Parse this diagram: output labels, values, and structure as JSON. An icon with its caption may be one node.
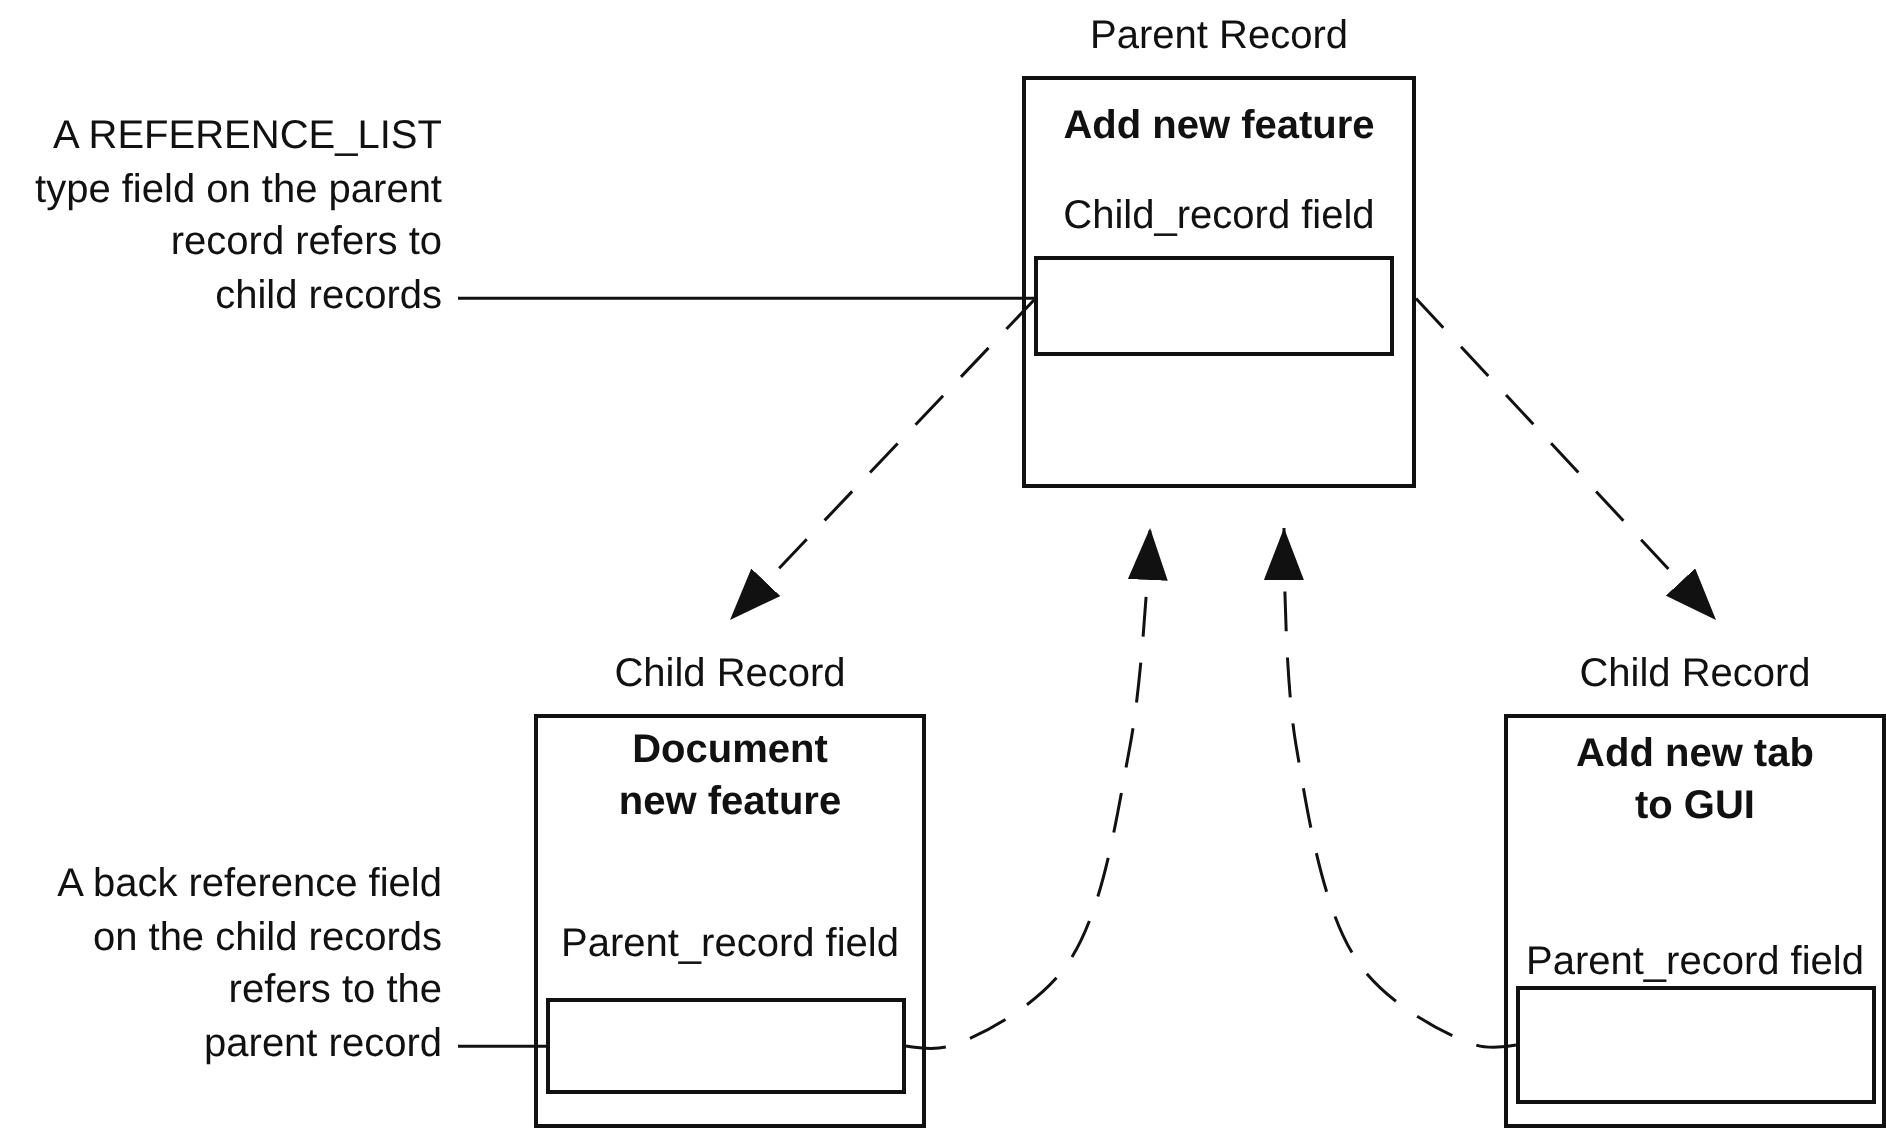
{
  "diagram": {
    "nodes": [
      {
        "text": [
          "Parent Record",
          "Add new feature",
          "Child_record field"
        ]
      },
      {
        "text": [],
        "shape": "box",
        "in": 0
      },
      {
        "text": [
          "Child Record",
          "Document new feature",
          "Parent_record field"
        ]
      },
      {
        "text": [],
        "shape": "box",
        "in": 2
      },
      {
        "text": [
          "Child Record",
          "Add new tab to GUI",
          "Parent_record field"
        ]
      },
      {
        "text": [],
        "shape": "box",
        "in": 4
      },
      {
        "text": [
          "A REFERENCE_LIST type field on the parent record refers to child records"
        ]
      },
      {
        "text": [
          "A back reference field on the child records refers to the parent record"
        ]
      }
    ],
    "edges": [
      {
        "from": 1,
        "to": 2,
        "arrow": "to",
        "style": "dashed"
      },
      {
        "from": 0,
        "to": 4,
        "arrow": "to",
        "style": "dashed"
      },
      {
        "from": 3,
        "to": 0,
        "arrow": "to",
        "style": "dashed"
      },
      {
        "from": 5,
        "to": 0,
        "arrow": "to",
        "style": "dashed"
      },
      {
        "from": 6,
        "to": 1,
        "arrow": "none"
      },
      {
        "from": 7,
        "to": 3,
        "arrow": "none"
      }
    ]
  }
}
